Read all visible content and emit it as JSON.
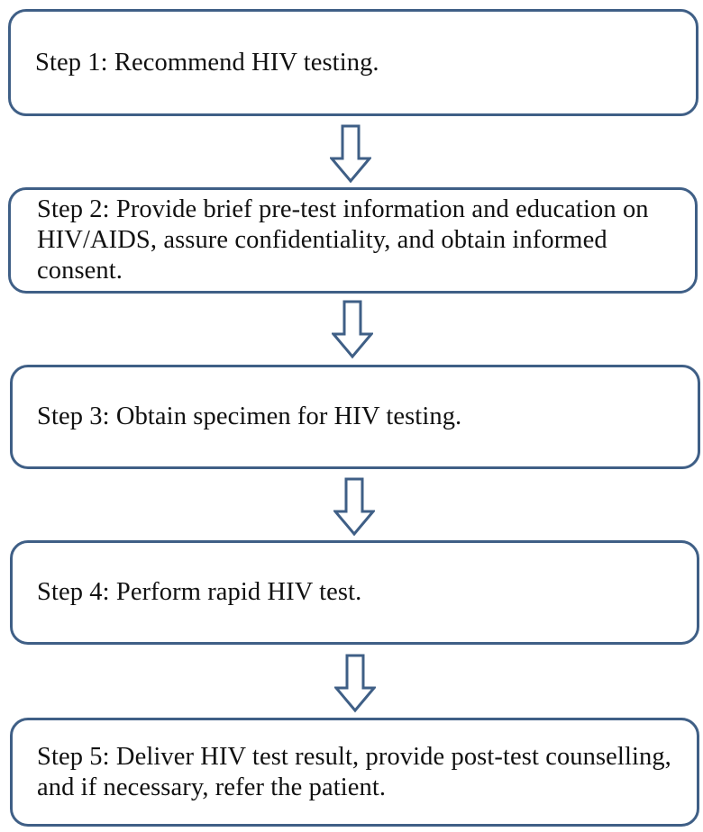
{
  "flowchart": {
    "steps": [
      {
        "text": "Step 1: Recommend HIV testing."
      },
      {
        "text": "Step 2: Provide brief pre-test information and education on HIV/AIDS, assure confidentiality, and obtain informed consent."
      },
      {
        "text": "Step 3: Obtain specimen for HIV testing."
      },
      {
        "text": "Step 4: Perform rapid HIV test."
      },
      {
        "text": "Step 5: Deliver HIV test result, provide post-test counselling, and if necessary, refer the patient."
      }
    ],
    "colors": {
      "box_border": "#3f5f86",
      "arrow_stroke": "#3f5f86",
      "text": "#111111",
      "background": "#ffffff"
    },
    "icons": {
      "connector": "down-arrow-icon"
    }
  }
}
